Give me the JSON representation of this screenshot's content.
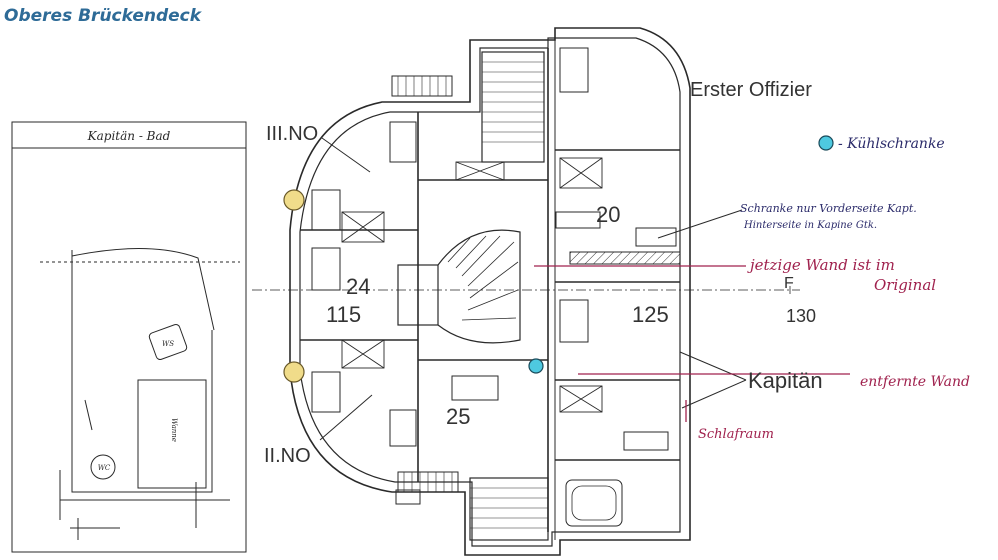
{
  "header": {
    "title": "Oberes Brückendeck",
    "title_color": "#2e6b97"
  },
  "sketch": {
    "title": "Kapitän - Bad",
    "wc_label": "WC",
    "ws_label": "WS",
    "tub_label": "Wanne"
  },
  "plan": {
    "labels": {
      "first_officer": "Erster Offizier",
      "third_officer": "III.NO",
      "second_officer": "II.NO",
      "captain": "Kapitän"
    },
    "numbers": {
      "r20": "20",
      "r24": "24",
      "r115": "115",
      "r125": "125",
      "r25": "25",
      "frame_f": "F",
      "frame_130": "130"
    }
  },
  "annotations": {
    "fridges": "- Kühlschranke",
    "cabinets_line1": "Schranke nur Vorderseite Kapt.",
    "cabinets_line2": "Hinterseite in Kapine Gtk.",
    "wall_line1": "jetzige Wand ist im",
    "wall_line2": "Original",
    "removed_wall": "entfernte Wand",
    "bedroom": "Schlafraum"
  },
  "colors": {
    "ink": "#2a2a2a",
    "annotation_red": "#a0224e",
    "annotation_blue": "#2b2b6a",
    "porthole_yellow": "#f0dc8a",
    "fridge_cyan": "#4ec9e0"
  }
}
